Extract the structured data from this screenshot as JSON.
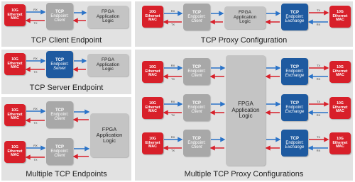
{
  "colors": {
    "mac_red": "#d8202a",
    "tcp_gray": "#a8a8a8",
    "tcp_blue": "#1e5aa0",
    "fpga_gray": "#c4c4c4",
    "arrow_blue": "#2a73c8",
    "arrow_red": "#d8202a",
    "panel_bg": "#e2e2e2"
  },
  "labels": {
    "mac_line1": "10G",
    "mac_line2": "Ethernet",
    "mac_line3": "MAC",
    "tcp_line1": "TCP",
    "tcp_line2": "Endpoint:",
    "client": "Client",
    "server": "Server",
    "exchange": "Exchange",
    "fpga_line1": "FPGA",
    "fpga_line2": "Application",
    "fpga_line3": "Logic",
    "rx": "RX",
    "tx": "TX"
  },
  "captions": {
    "client_endpoint": "TCP Client Endpoint",
    "proxy_config": "TCP Proxy Configuration",
    "server_endpoint": "TCP Server Endpoint",
    "multiple_endpoints": "Multiple TCP Endpoints",
    "multiple_proxy": "Multiple TCP Proxy Configurations"
  }
}
